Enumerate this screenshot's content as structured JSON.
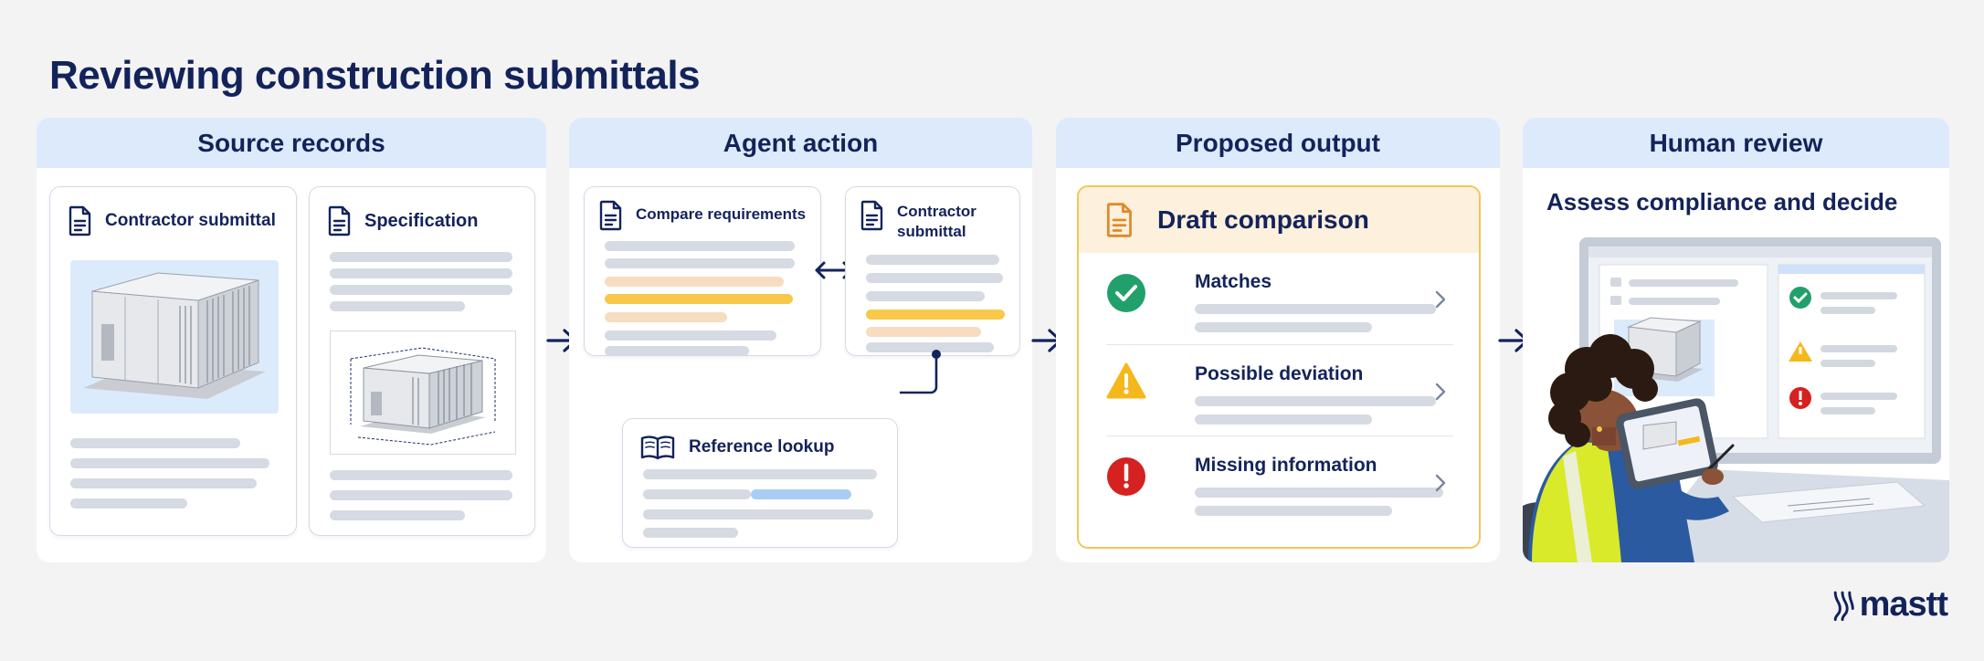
{
  "title": "Reviewing construction submittals",
  "columns": {
    "source": {
      "header": "Source records",
      "card1_title": "Contractor submittal",
      "card2_title": "Specification"
    },
    "agent": {
      "header": "Agent action",
      "compare_title": "Compare requirements",
      "submittal_title_line1": "Contractor",
      "submittal_title_line2": "submittal",
      "reference_title": "Reference lookup"
    },
    "output": {
      "header": "Proposed output",
      "draft_title": "Draft comparison",
      "items": [
        {
          "label": "Matches",
          "status": "check"
        },
        {
          "label": "Possible deviation",
          "status": "warning"
        },
        {
          "label": "Missing information",
          "status": "error"
        }
      ]
    },
    "review": {
      "header": "Human review",
      "subtitle": "Assess compliance and decide"
    }
  },
  "brand": {
    "name": "mastt"
  },
  "colors": {
    "navy": "#13235a",
    "header_blue": "#dceafc",
    "highlight_yellow": "#f7c84a",
    "check_green": "#22a06b",
    "warning_yellow": "#f5b81c",
    "error_red": "#d62121",
    "draft_border": "#f2c55a"
  }
}
